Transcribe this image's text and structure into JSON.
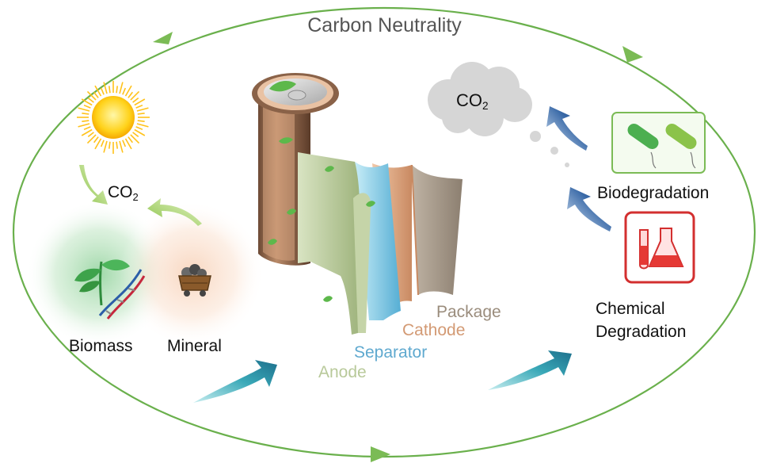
{
  "title": "Carbon Neutrality",
  "co2_left": {
    "main": "CO",
    "sub": "2"
  },
  "co2_cloud": {
    "main": "CO",
    "sub": "2"
  },
  "labels": {
    "biomass": "Biomass",
    "mineral": "Mineral",
    "biodegradation": "Biodegradation",
    "chemical_line1": "Chemical",
    "chemical_line2": "Degradation",
    "package": "Package",
    "cathode": "Cathode",
    "separator": "Separator",
    "anode": "Anode"
  },
  "colors": {
    "cycle_ring": "#6ab04c",
    "flow_arrow": "#2a8fa6",
    "return_arrow": "#1f4e8c",
    "package": "#9a8c7c",
    "cathode": "#d39a74",
    "separator": "#5fa9cf",
    "anode": "#b8c99a",
    "chemical_frame": "#d32f2f"
  },
  "icons": [
    "sun-icon",
    "plant-icon",
    "dna-icon",
    "mine-cart-icon",
    "leaf-icon",
    "cloud-icon",
    "bacteria-icon",
    "flask-icon",
    "test-tube-icon"
  ]
}
